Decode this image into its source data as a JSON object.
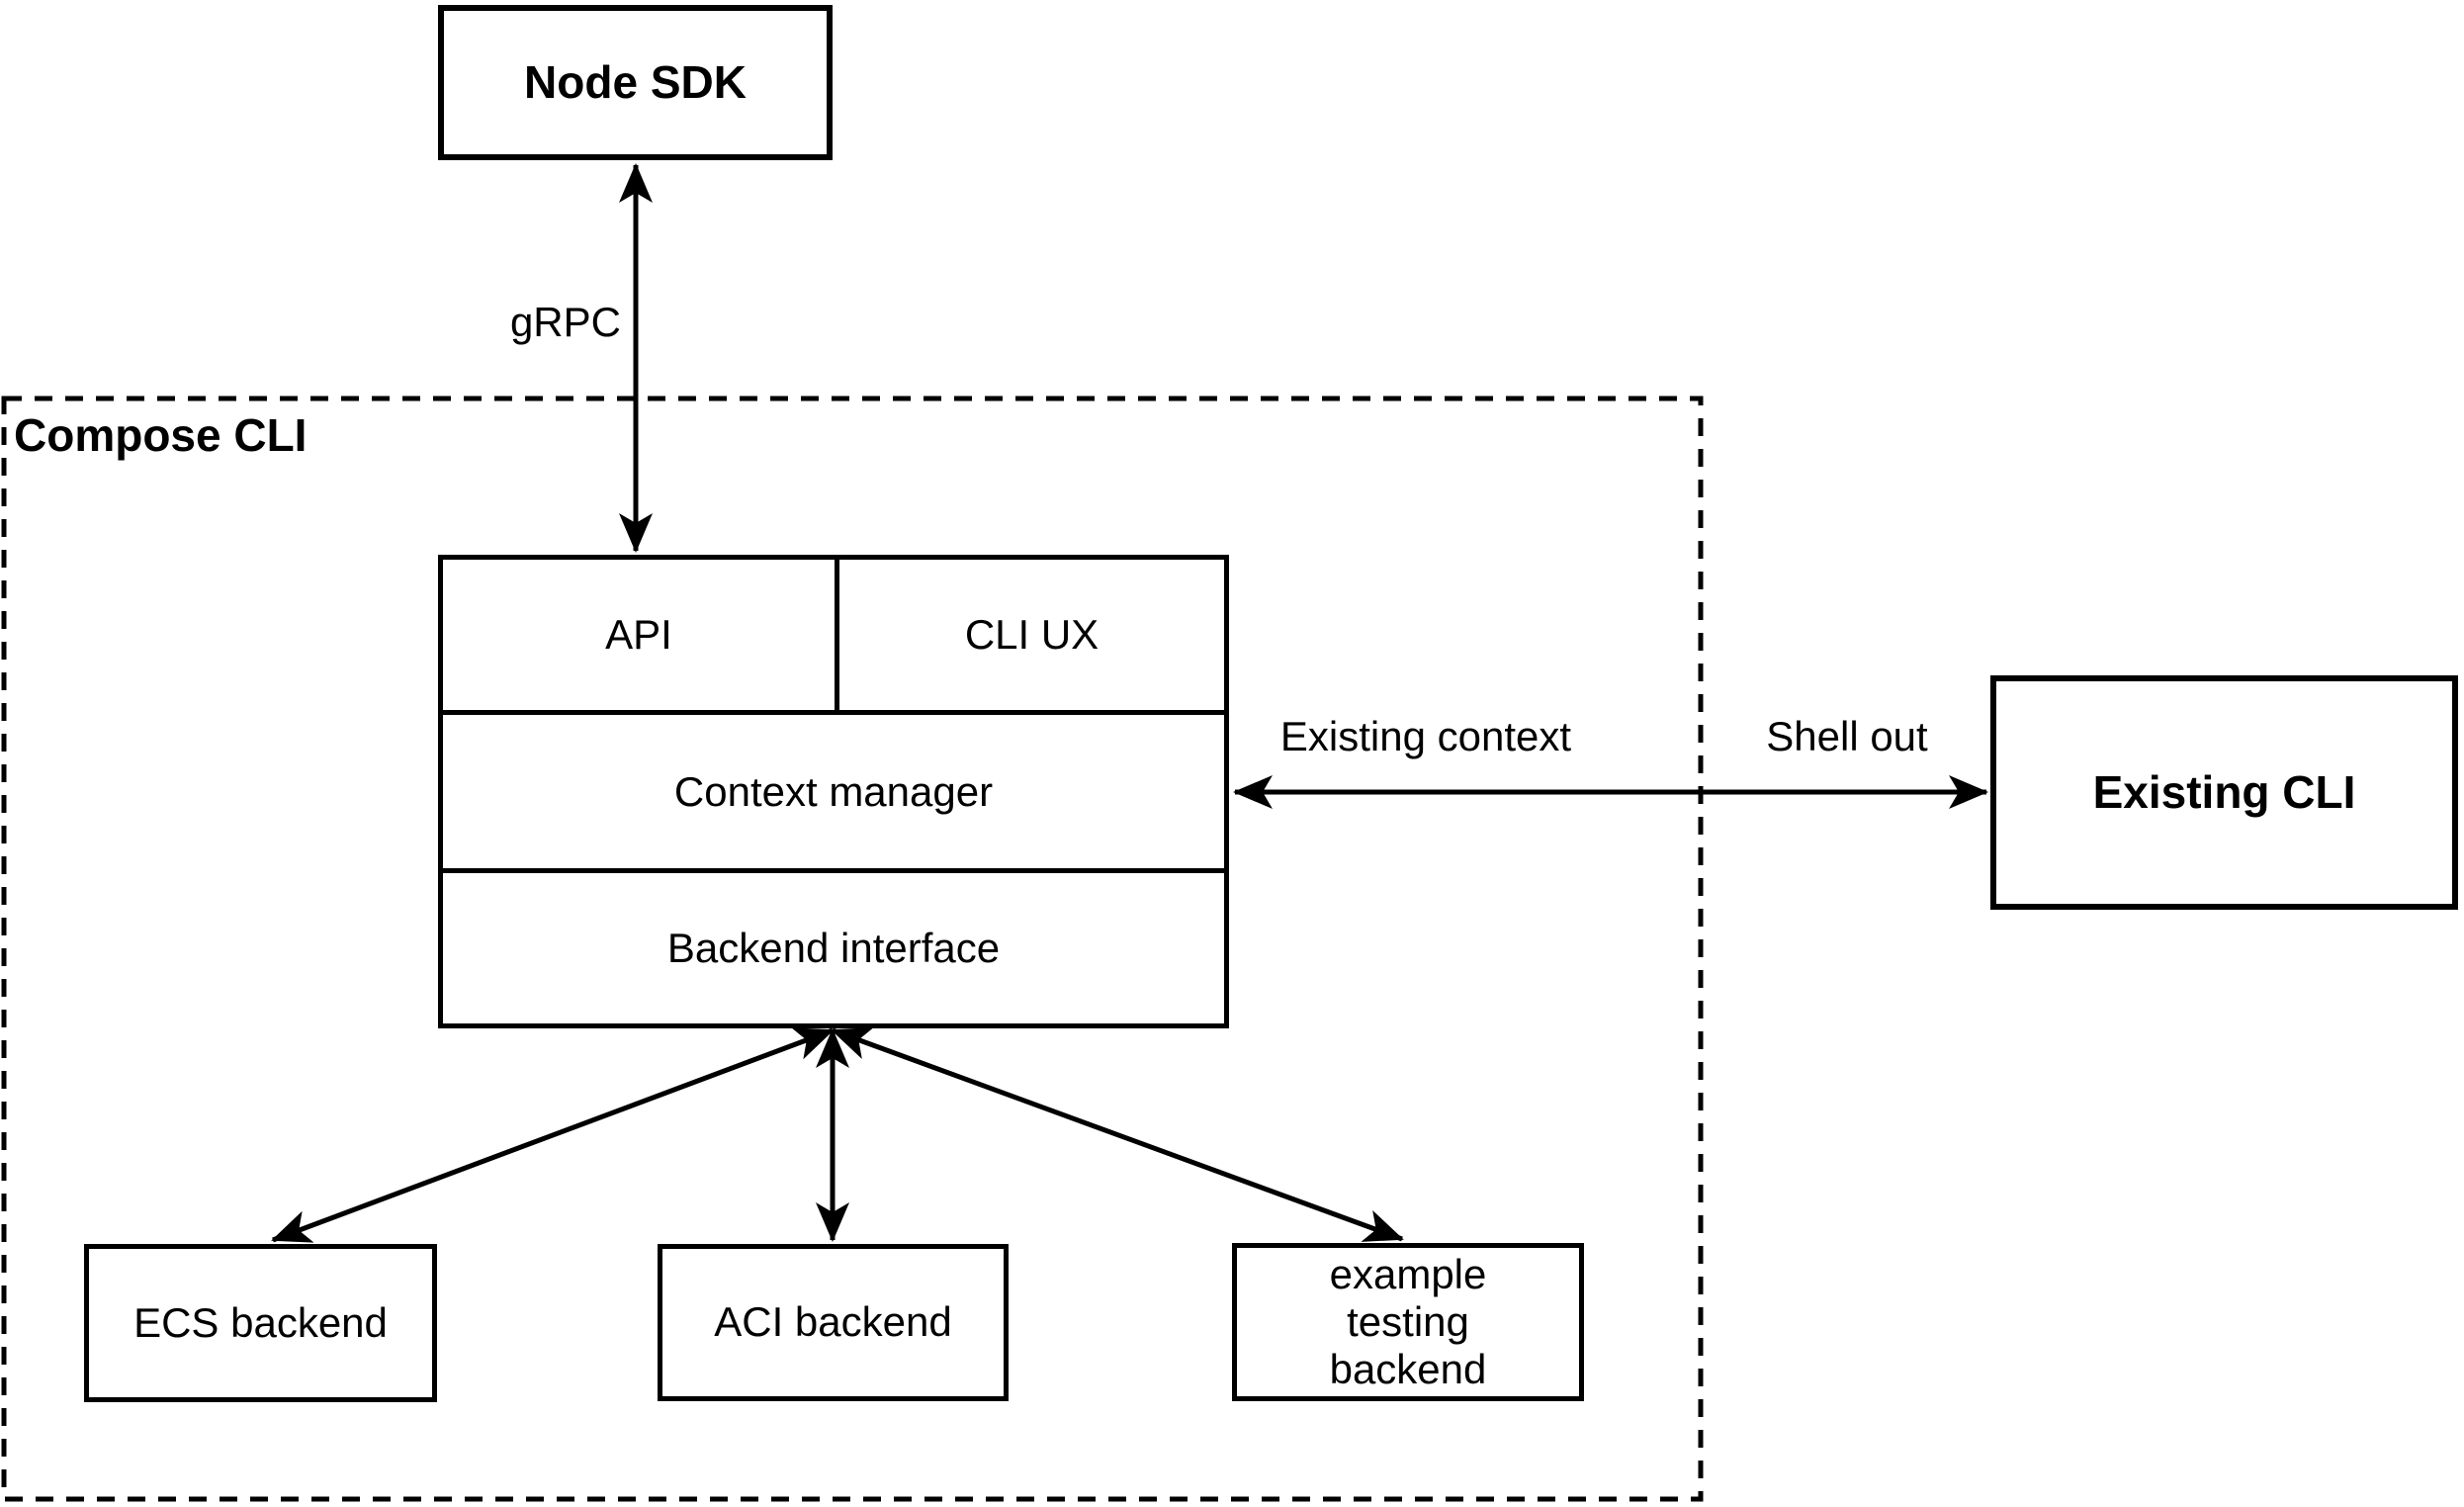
{
  "diagram": {
    "container": {
      "label": "Compose CLI"
    },
    "nodes": {
      "node_sdk": {
        "label": "Node SDK"
      },
      "api": {
        "label": "API"
      },
      "cli_ux": {
        "label": "CLI UX"
      },
      "context_manager": {
        "label": "Context manager"
      },
      "backend_interface": {
        "label": "Backend interface"
      },
      "ecs_backend": {
        "label": "ECS backend"
      },
      "aci_backend": {
        "label": "ACI backend"
      },
      "example_testing_backend": {
        "label": "example testing backend"
      },
      "existing_cli": {
        "label": "Existing CLI"
      }
    },
    "edge_labels": {
      "grpc": "gRPC",
      "existing_context": "Existing context",
      "shell_out": "Shell out"
    },
    "colors": {
      "stroke": "#000000",
      "background": "#ffffff"
    }
  }
}
